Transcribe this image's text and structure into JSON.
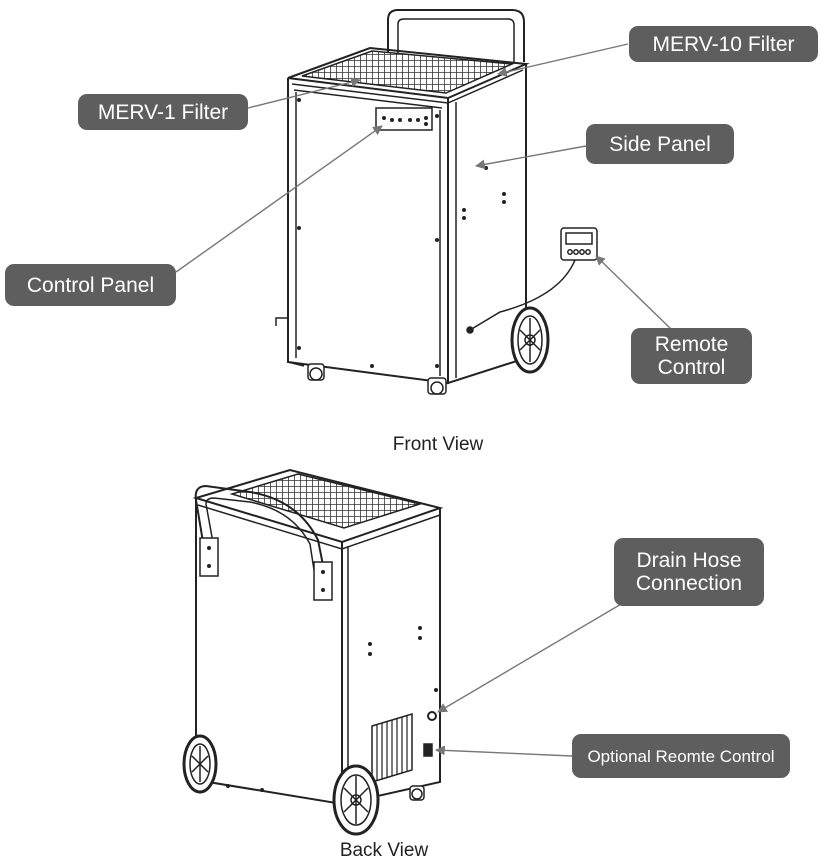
{
  "labels": {
    "merv10": "MERV-10 Filter",
    "merv1": "MERV-1 Filter",
    "side_panel": "Side Panel",
    "control_panel": "Control Panel",
    "remote_control": "Remote\nControl",
    "drain_hose": "Drain Hose\nConnection",
    "optional_remote": "Optional Reomte Control"
  },
  "captions": {
    "front": "Front View",
    "back": "Back View"
  },
  "colors": {
    "label_bg": "#5e5e5e",
    "label_text": "#ffffff",
    "line": "#222222",
    "pointer": "#777777"
  }
}
